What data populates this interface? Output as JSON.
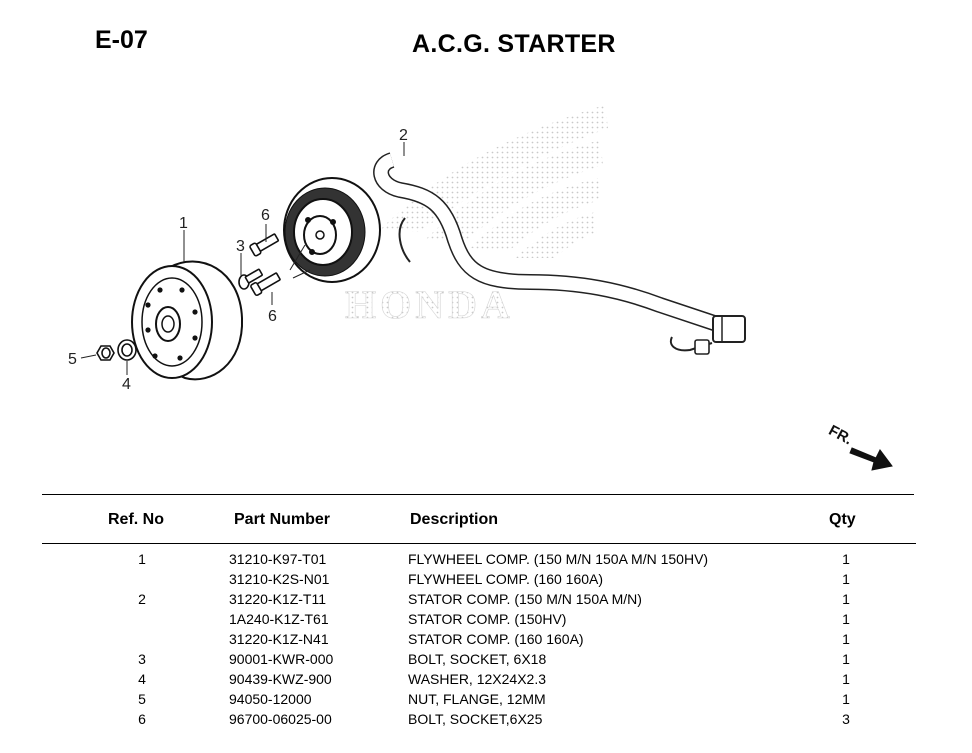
{
  "header": {
    "code": "E-07",
    "title": "A.C.G. STARTER"
  },
  "diagram": {
    "callouts": [
      "1",
      "2",
      "3",
      "4",
      "5",
      "6",
      "6"
    ],
    "direction_label": "FR.",
    "watermark": "HONDA"
  },
  "table": {
    "columns": [
      "Ref. No",
      "Part Number",
      "Description",
      "Qty"
    ],
    "rows": [
      {
        "ref": "1",
        "part": "31210-K97-T01",
        "desc": "FLYWHEEL COMP. (150 M/N 150A M/N 150HV)",
        "qty": "1"
      },
      {
        "ref": "",
        "part": "31210-K2S-N01",
        "desc": "FLYWHEEL COMP. (160 160A)",
        "qty": "1"
      },
      {
        "ref": "2",
        "part": "31220-K1Z-T11",
        "desc": "STATOR COMP. (150 M/N 150A M/N)",
        "qty": "1"
      },
      {
        "ref": "",
        "part": "1A240-K1Z-T61",
        "desc": "STATOR COMP. (150HV)",
        "qty": "1"
      },
      {
        "ref": "",
        "part": "31220-K1Z-N41",
        "desc": "STATOR COMP. (160 160A)",
        "qty": "1"
      },
      {
        "ref": "3",
        "part": "90001-KWR-000",
        "desc": "BOLT, SOCKET, 6X18",
        "qty": "1"
      },
      {
        "ref": "4",
        "part": "90439-KWZ-900",
        "desc": "WASHER, 12X24X2.3",
        "qty": "1"
      },
      {
        "ref": "5",
        "part": "94050-12000",
        "desc": "NUT, FLANGE, 12MM",
        "qty": "1"
      },
      {
        "ref": "6",
        "part": "96700-06025-00",
        "desc": "BOLT, SOCKET,6X25",
        "qty": "3"
      }
    ]
  }
}
